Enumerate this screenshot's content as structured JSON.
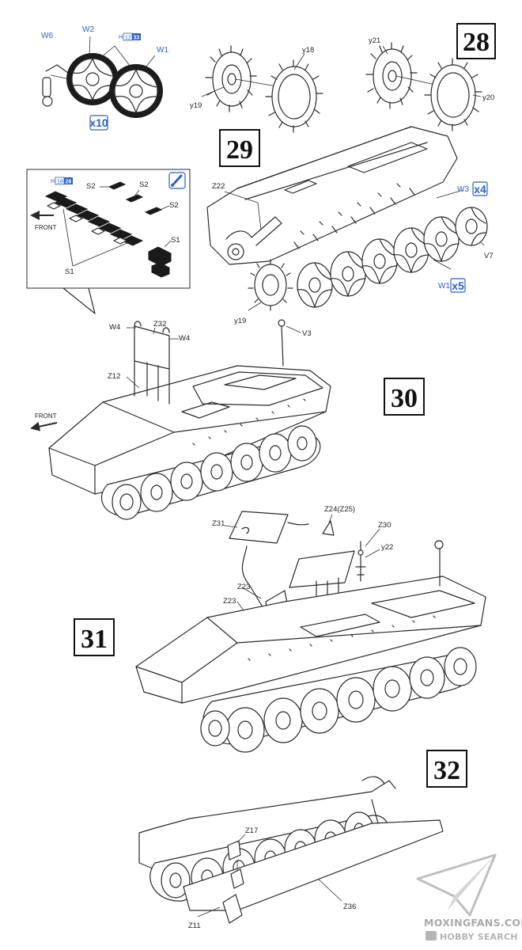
{
  "steps": {
    "s28": "28",
    "s29": "29",
    "s30": "30",
    "s31": "31",
    "s32": "32"
  },
  "labels": {
    "w6": "W6",
    "w2": "W2",
    "w1": "W1",
    "y21": "y21",
    "y18": "y18",
    "y19a": "y19",
    "y20": "y20",
    "s2a": "S2",
    "s2b": "S2",
    "s2c": "S2",
    "s1a": "S1",
    "s1b": "S1",
    "front1": "FRONT",
    "z22": "Z22",
    "w3": "W3",
    "v7": "V7",
    "w1b": "W1",
    "y19b": "y19",
    "w4a": "W4",
    "z32": "Z32",
    "w4b": "W4",
    "v3": "V3",
    "z12": "Z12",
    "front2": "FRONT",
    "z24": "Z24(Z25)",
    "z31": "Z31",
    "z30": "Z30",
    "y22": "y22",
    "z23a": "Z23",
    "z23b": "Z23",
    "z17": "Z17",
    "z11": "Z11",
    "z36": "Z36"
  },
  "quantities": {
    "q_w_wheels": "x10",
    "q_w3": "x4",
    "q_w1": "x5"
  },
  "refs": {
    "r1_letter": "H",
    "r1_sheet": "12",
    "r1_page": "33",
    "r2_letter": "H",
    "r2_sheet": "18",
    "r2_page": "28"
  },
  "icons": {
    "note": "glue-icon"
  },
  "colors": {
    "accent": "#2b62c4",
    "line": "#2a2a2a",
    "watermark": "#9a9a9a"
  },
  "watermark": {
    "line1": "MOXINGFANS.COM",
    "line2": "HOBBY SEARCH"
  }
}
